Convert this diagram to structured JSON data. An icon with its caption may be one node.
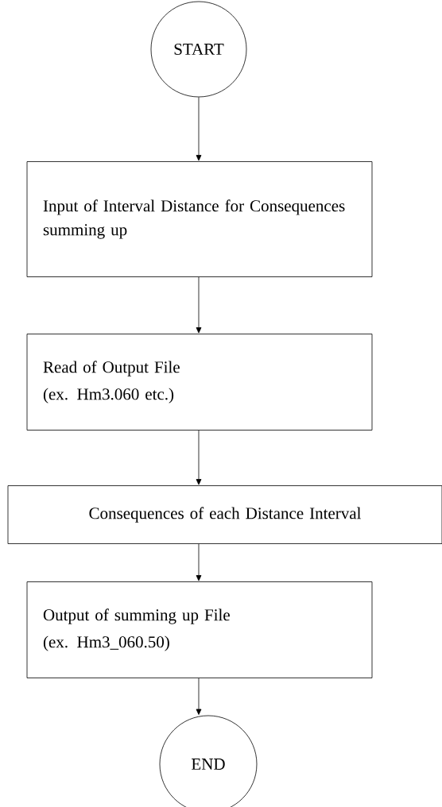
{
  "diagram": {
    "nodes": [
      {
        "text": [
          "START"
        ]
      },
      {
        "text": [
          "Input of Interval Distance for Consequences summing up"
        ]
      },
      {
        "text": [
          "Read of Output File",
          "(ex. Hm3.060 etc.)"
        ]
      },
      {
        "text": [
          "Consequences of each Distance Interval"
        ]
      },
      {
        "text": [
          "Output of summing up File",
          "(ex. Hm3_060.50)"
        ]
      },
      {
        "text": [
          "END"
        ]
      }
    ],
    "edges": [
      {
        "from": 0,
        "to": 1,
        "arrow": "to"
      },
      {
        "from": 1,
        "to": 2,
        "arrow": "to"
      },
      {
        "from": 2,
        "to": 3,
        "arrow": "to"
      },
      {
        "from": 3,
        "to": 4,
        "arrow": "to"
      },
      {
        "from": 4,
        "to": 5,
        "arrow": "to"
      }
    ]
  }
}
